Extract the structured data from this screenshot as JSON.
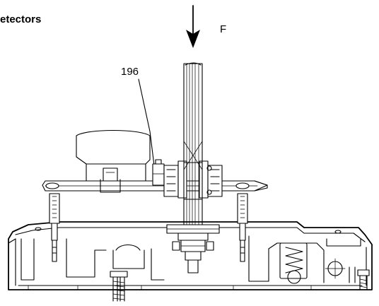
{
  "heading": "etectors",
  "labels": {
    "force": "F",
    "part": "196"
  }
}
